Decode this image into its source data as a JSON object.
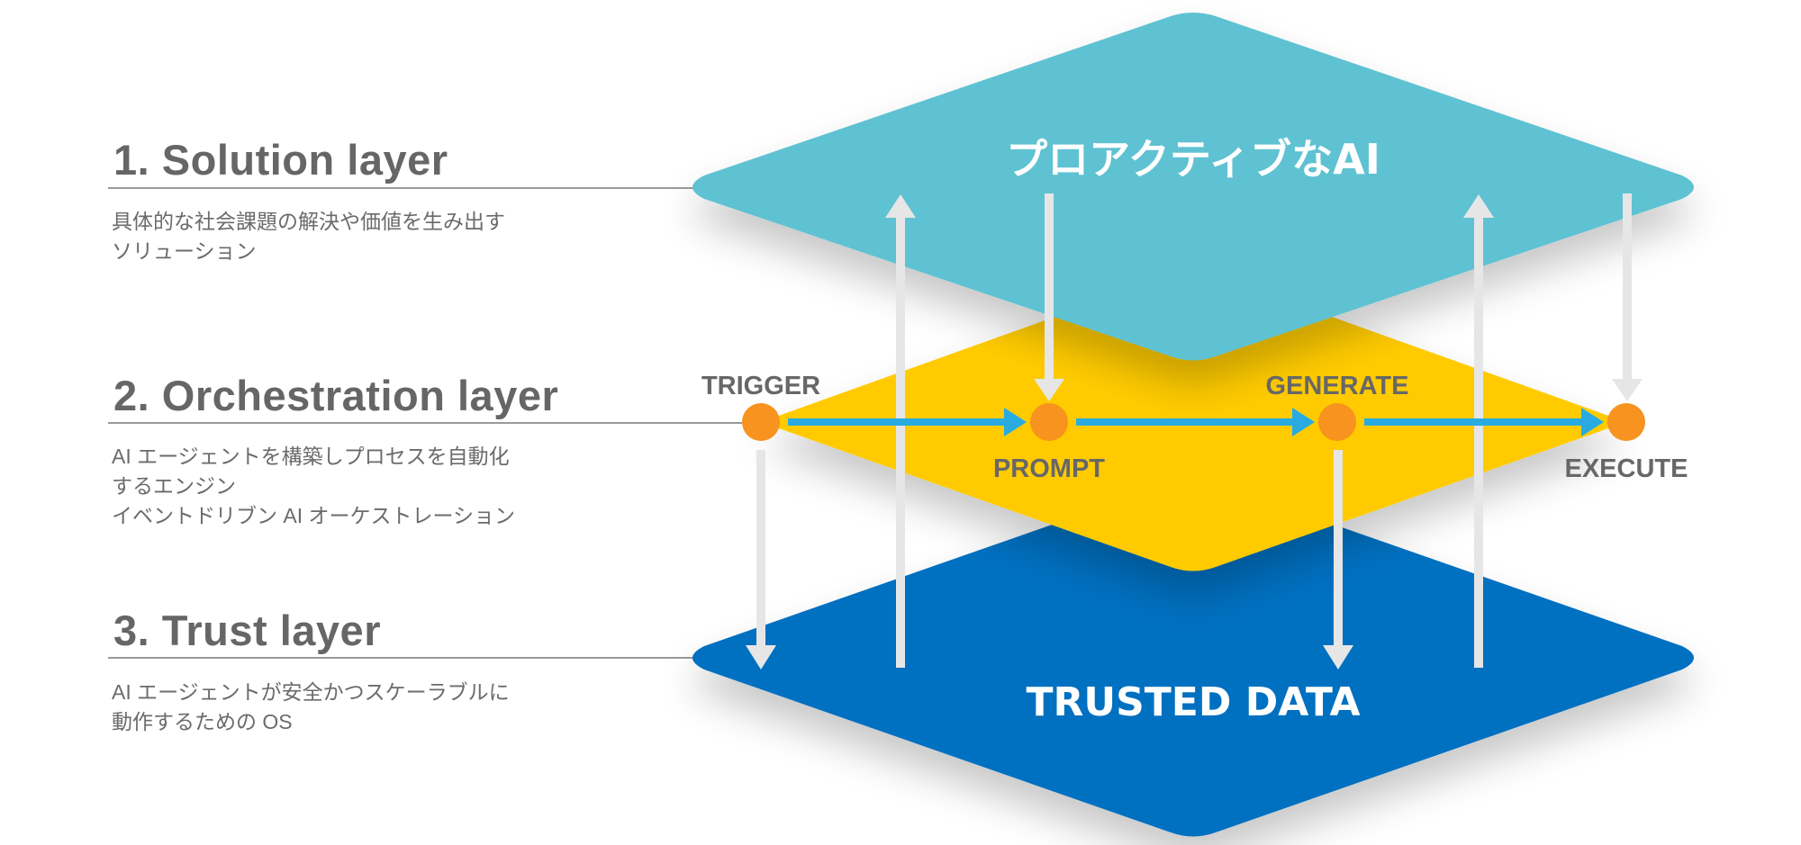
{
  "layers": [
    {
      "heading": "1. Solution layer",
      "description": "具体的な社会課題の解決や価値を生み出す\nソリューション",
      "title": "プロアクティブなAI",
      "color": "#5fc2d2"
    },
    {
      "heading": "2. Orchestration layer",
      "description": "AI エージェントを構築しプロセスを自動化\nするエンジン\nイベントドリブン AI オーケストレーション",
      "title": "",
      "color": "#ffcb05"
    },
    {
      "heading": "3. Trust layer",
      "description": "AI エージェントが安全かつスケーラブルに\n動作するための OS",
      "title": "TRUSTED DATA",
      "color": "#0070c0"
    }
  ],
  "flow_nodes": [
    {
      "id": "trigger",
      "label": "TRIGGER"
    },
    {
      "id": "prompt",
      "label": "PROMPT"
    },
    {
      "id": "generate",
      "label": "GENERATE"
    },
    {
      "id": "execute",
      "label": "EXECUTE"
    }
  ],
  "flow_edges": [
    {
      "from": "trigger",
      "to": "prompt"
    },
    {
      "from": "prompt",
      "to": "generate"
    },
    {
      "from": "generate",
      "to": "execute"
    }
  ],
  "vertical_arrows": [
    {
      "description": "Trust layer to Solution layer",
      "direction": "up"
    },
    {
      "description": "Solution layer to PROMPT",
      "direction": "down"
    },
    {
      "description": "Trust layer to Solution layer",
      "direction": "up"
    },
    {
      "description": "Solution layer to EXECUTE",
      "direction": "down"
    },
    {
      "description": "TRIGGER to Trust layer",
      "direction": "down"
    },
    {
      "description": "GENERATE to Trust layer",
      "direction": "down"
    }
  ],
  "colors": {
    "node": "#f7931e",
    "flow_arrow": "#29abe2",
    "vertical_arrow": "#e6e6e6",
    "heading_text": "#666666",
    "divider": "#9a9a9a"
  }
}
